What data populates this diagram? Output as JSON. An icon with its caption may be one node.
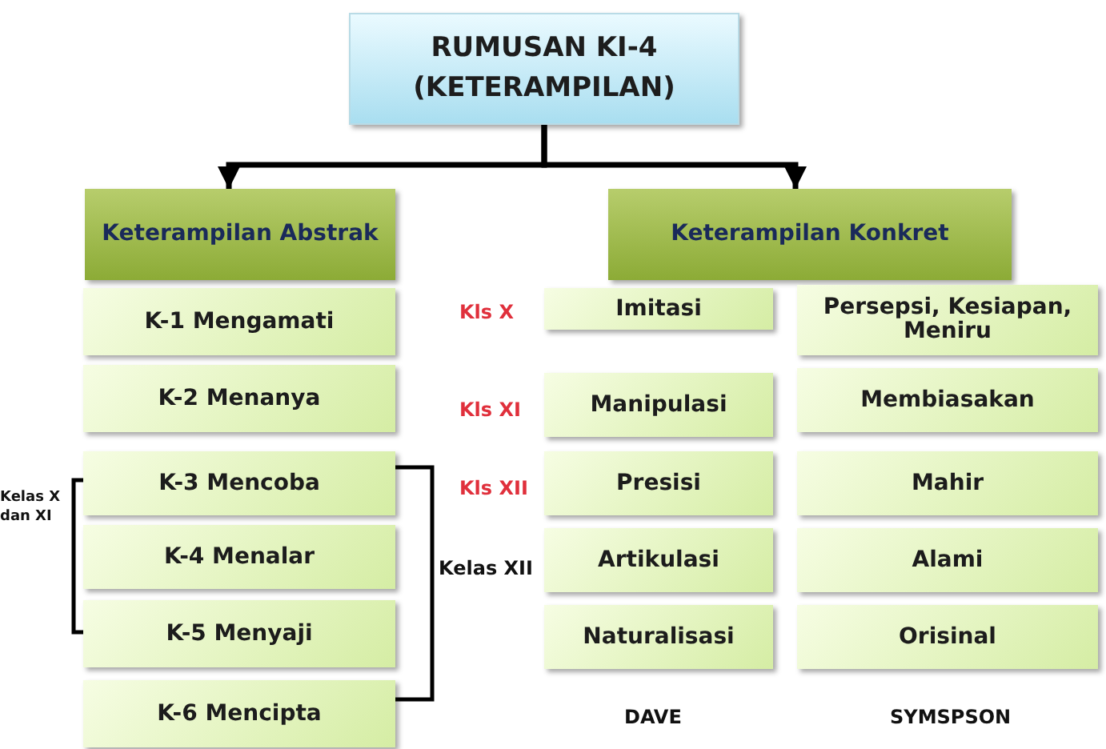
{
  "diagram": {
    "nodes": [
      {
        "text": [
          "RUMUSAN KI-4 (KETERAMPILAN)"
        ]
      },
      {
        "text": [
          "Keterampilan Abstrak"
        ]
      },
      {
        "text": [
          "Keterampilan Konkret"
        ]
      },
      {
        "text": [
          "K-1 Mengamati"
        ]
      },
      {
        "text": [
          "K-2 Menanya"
        ]
      },
      {
        "text": [
          "K-3 Mencoba"
        ]
      },
      {
        "text": [
          "K-4 Menalar"
        ]
      },
      {
        "text": [
          "K-5 Menyaji"
        ]
      },
      {
        "text": [
          "K-6 Mencipta"
        ]
      },
      {
        "text": [
          "Imitasi"
        ]
      },
      {
        "text": [
          "Manipulasi"
        ]
      },
      {
        "text": [
          "Presisi"
        ]
      },
      {
        "text": [
          "Artikulasi"
        ]
      },
      {
        "text": [
          "Naturalisasi"
        ]
      },
      {
        "text": [
          "Persepsi, Kesiapan, Meniru"
        ]
      },
      {
        "text": [
          "Membiasakan"
        ]
      },
      {
        "text": [
          "Mahir"
        ]
      },
      {
        "text": [
          "Alami"
        ]
      },
      {
        "text": [
          "Orisinal"
        ]
      }
    ],
    "edges": [
      {
        "from": 0,
        "to": 1,
        "arrow": "to"
      },
      {
        "from": 0,
        "to": 2,
        "arrow": "to"
      }
    ],
    "labels": [
      "Kls X",
      "Kls XI",
      "Kls XII",
      "Kelas X dan XI",
      "Kelas XII",
      "DAVE",
      "SYMSPSON"
    ]
  }
}
